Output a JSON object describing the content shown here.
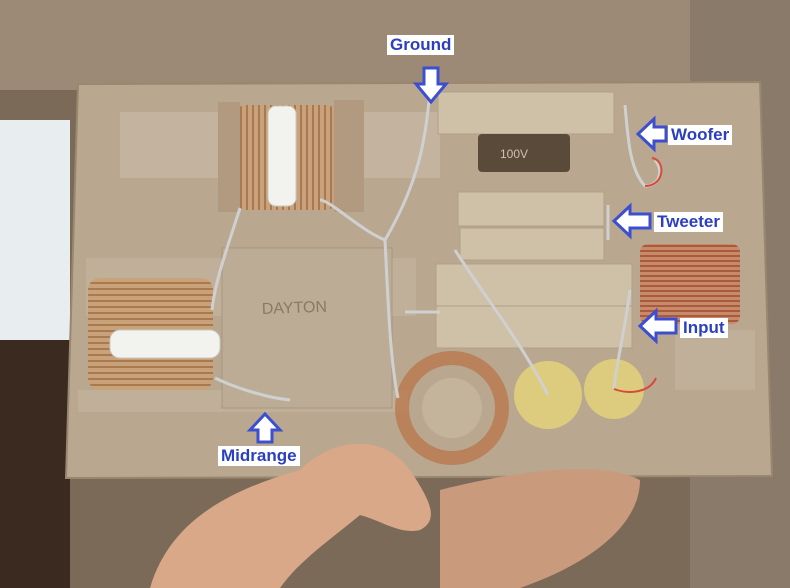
{
  "annotations": {
    "ground": "Ground",
    "woofer": "Woofer",
    "tweeter": "Tweeter",
    "input": "Input",
    "midrange": "Midrange"
  },
  "printed_markings": {
    "resistor_brand": "DAYTON",
    "capacitor_value": "100V"
  },
  "colors": {
    "label_text": "#2b3fbf",
    "arrow_fill": "#3b4fd0",
    "board": "#b9a78f"
  }
}
